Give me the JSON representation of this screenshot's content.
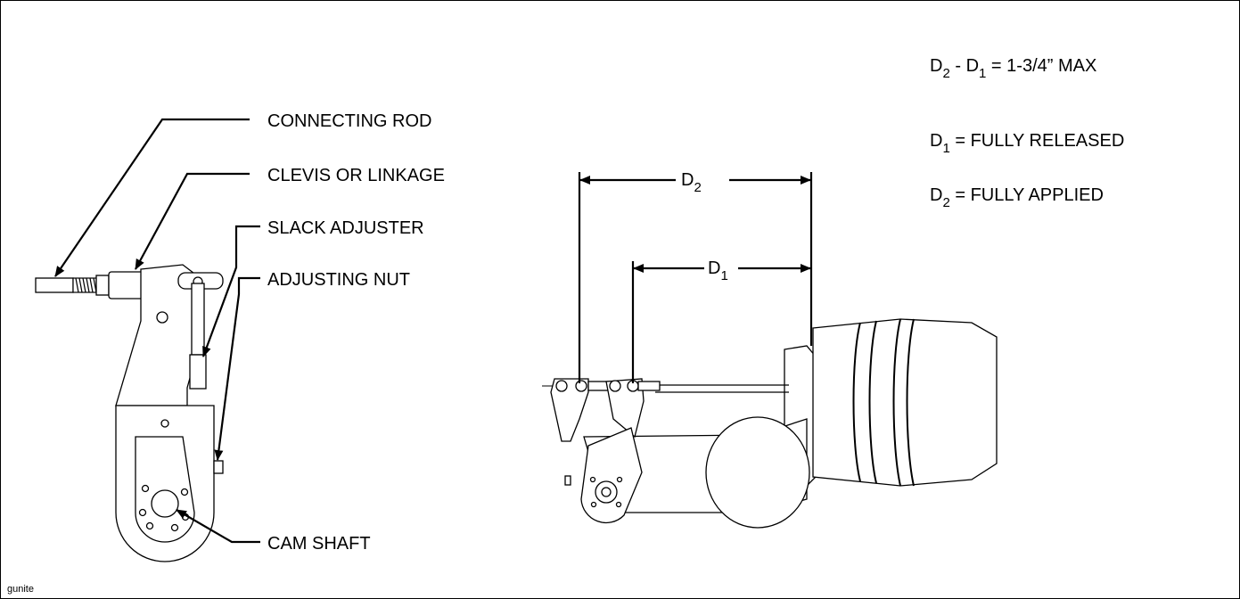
{
  "labels": {
    "connecting_rod": "CONNECTING ROD",
    "clevis": "CLEVIS OR LINKAGE",
    "slack_adjuster": "SLACK ADJUSTER",
    "adjusting_nut": "ADJUSTING NUT",
    "cam_shaft": "CAM SHAFT"
  },
  "dimensions": {
    "d_letter": "D",
    "d2_sub": "2",
    "d1_sub": "1"
  },
  "formula": {
    "difference_rhs": " = 1-3/4” MAX",
    "minus": " - ",
    "d1_def": " = FULLY RELEASED",
    "d2_def": " = FULLY APPLIED"
  },
  "footer": {
    "source": "gunite"
  }
}
